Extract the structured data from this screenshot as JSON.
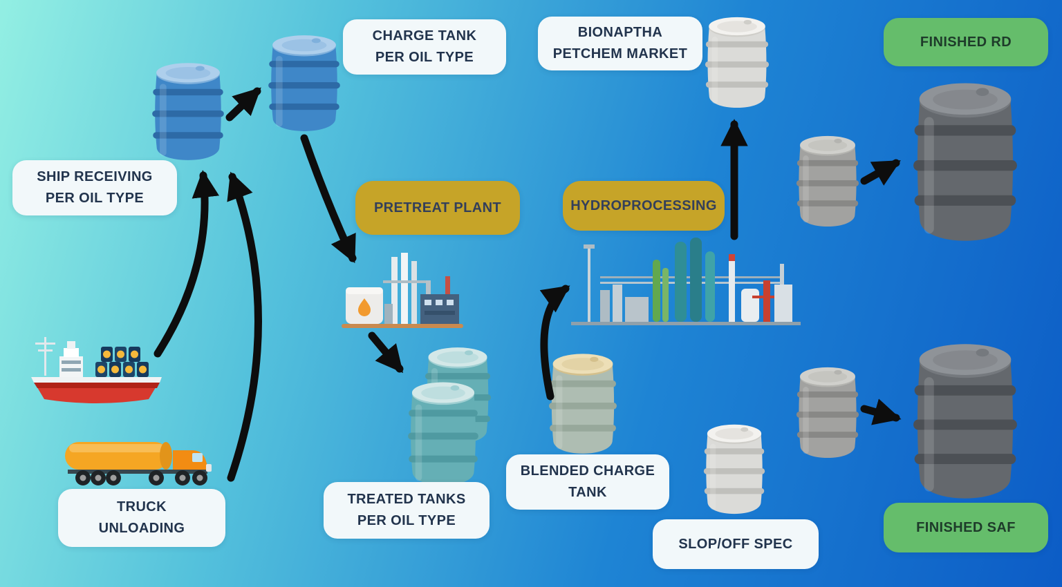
{
  "colors": {
    "bg_start": "#93efe3",
    "bg_mid1": "#55c2dc",
    "bg_mid2": "#1e84d4",
    "bg_end": "#0c5cc6",
    "label_bg": "#f2f8fa",
    "label_text": "#22344d",
    "gold_bg": "#c6a428",
    "gold_text": "#333f5a",
    "green_bg": "#65bd6b",
    "green_text": "#1e3b2a",
    "arrow": "#0d0d0d"
  },
  "labels": {
    "ship_receiving": "SHIP RECEIVING\nPER OIL TYPE",
    "charge_tank": "CHARGE TANK\nPER OIL TYPE",
    "bionaptha": "BIONAPTHA\nPETCHEM MARKET",
    "finished_rd": "FINISHED RD",
    "pretreat_plant": "PRETREAT PLANT",
    "hydroprocessing": "HYDROPROCESSING",
    "truck_unloading": "TRUCK\nUNLOADING",
    "treated_tanks": "TREATED TANKS\nPER OIL TYPE",
    "blended_charge_tank": "BLENDED CHARGE\nTANK",
    "slop_off_spec": "SLOP/OFF SPEC",
    "finished_saf": "FINISHED SAF"
  },
  "barrel_colors": {
    "blue": {
      "body": "#3f87c8",
      "band": "#2d6aa6",
      "top": "#aecfec",
      "rim": "#7fb0dc"
    },
    "teal": {
      "body": "#65afb5",
      "band": "#4f9aa1",
      "top": "#d3e8e8",
      "rim": "#9fcfd2"
    },
    "tan": {
      "body": "#aebdb2",
      "band": "#97a89b",
      "top": "#eddfb7",
      "rim": "#d4c08c"
    },
    "white": {
      "body": "#dbdbd8",
      "band": "#c0c0bc",
      "top": "#f3f2ef",
      "rim": "#cfcec9"
    },
    "gray": {
      "body": "#a2a2a0",
      "band": "#888886",
      "top": "#d0d0cc",
      "rim": "#b4b4b0"
    },
    "dark": {
      "body": "#64686d",
      "band": "#4c5055",
      "top": "#8f9398",
      "rim": "#75797e"
    }
  }
}
